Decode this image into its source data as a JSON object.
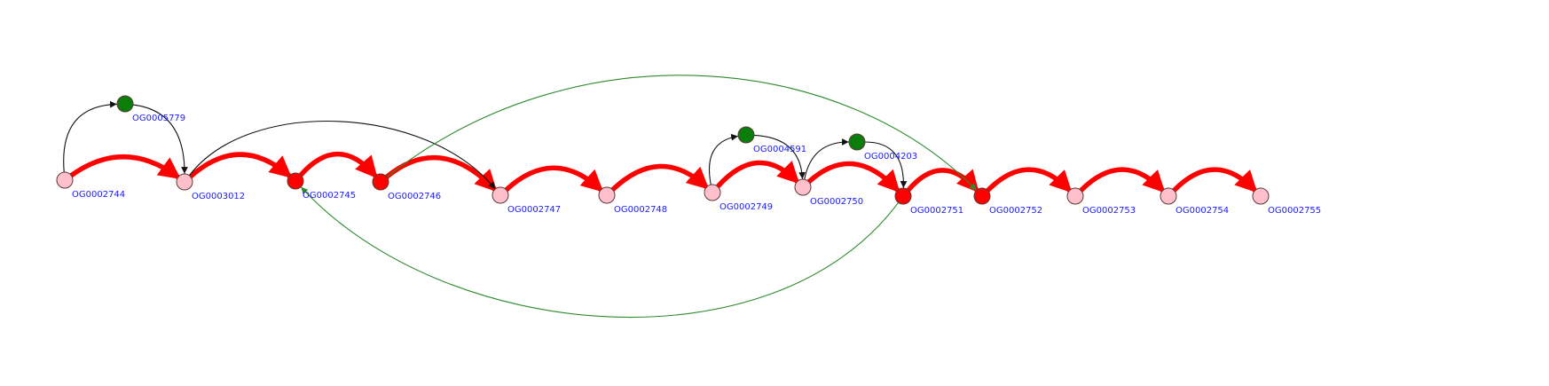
{
  "colors": {
    "pink": "#ffc0cb",
    "red": "#ff0000",
    "green": "#0a7d0a",
    "edge_red": "#ff0000",
    "edge_green": "#2e8b2e",
    "edge_black": "#111111",
    "label": "#1a1aff",
    "node_stroke": "#5a3a3a"
  },
  "nodes": [
    {
      "id": "OG0002744",
      "label": "OG0002744",
      "fill": "pink"
    },
    {
      "id": "OG0005779",
      "label": "OG0005779",
      "fill": "green"
    },
    {
      "id": "OG0003012",
      "label": "OG0003012",
      "fill": "pink"
    },
    {
      "id": "OG0002745",
      "label": "OG0002745",
      "fill": "red"
    },
    {
      "id": "OG0002746",
      "label": "OG0002746",
      "fill": "red"
    },
    {
      "id": "OG0002747",
      "label": "OG0002747",
      "fill": "pink"
    },
    {
      "id": "OG0002748",
      "label": "OG0002748",
      "fill": "pink"
    },
    {
      "id": "OG0002749",
      "label": "OG0002749",
      "fill": "pink"
    },
    {
      "id": "OG0004591",
      "label": "OG0004591",
      "fill": "green"
    },
    {
      "id": "OG0002750",
      "label": "OG0002750",
      "fill": "pink"
    },
    {
      "id": "OG0004203",
      "label": "OG0004203",
      "fill": "green"
    },
    {
      "id": "OG0002751",
      "label": "OG0002751",
      "fill": "red"
    },
    {
      "id": "OG0002752",
      "label": "OG0002752",
      "fill": "red"
    },
    {
      "id": "OG0002753",
      "label": "OG0002753",
      "fill": "pink"
    },
    {
      "id": "OG0002754",
      "label": "OG0002754",
      "fill": "pink"
    },
    {
      "id": "OG0002755",
      "label": "OG0002755",
      "fill": "pink"
    }
  ],
  "edges": [
    {
      "from": "OG0002744",
      "to": "OG0003012",
      "style": "thick-red"
    },
    {
      "from": "OG0003012",
      "to": "OG0002745",
      "style": "thick-red"
    },
    {
      "from": "OG0002745",
      "to": "OG0002746",
      "style": "thick-red"
    },
    {
      "from": "OG0002746",
      "to": "OG0002747",
      "style": "thick-red"
    },
    {
      "from": "OG0002747",
      "to": "OG0002748",
      "style": "thick-red"
    },
    {
      "from": "OG0002748",
      "to": "OG0002749",
      "style": "thick-red"
    },
    {
      "from": "OG0002749",
      "to": "OG0002750",
      "style": "thick-red"
    },
    {
      "from": "OG0002750",
      "to": "OG0002751",
      "style": "thick-red"
    },
    {
      "from": "OG0002751",
      "to": "OG0002752",
      "style": "thick-red"
    },
    {
      "from": "OG0002752",
      "to": "OG0002753",
      "style": "thick-red"
    },
    {
      "from": "OG0002753",
      "to": "OG0002754",
      "style": "thick-red"
    },
    {
      "from": "OG0002754",
      "to": "OG0002755",
      "style": "thick-red"
    },
    {
      "from": "OG0002744",
      "to": "OG0005779",
      "style": "thin-black"
    },
    {
      "from": "OG0005779",
      "to": "OG0003012",
      "style": "thin-black"
    },
    {
      "from": "OG0003012",
      "to": "OG0002747",
      "style": "thin-black"
    },
    {
      "from": "OG0002749",
      "to": "OG0004591",
      "style": "thin-black"
    },
    {
      "from": "OG0004591",
      "to": "OG0002750",
      "style": "thin-black"
    },
    {
      "from": "OG0002750",
      "to": "OG0004203",
      "style": "thin-black"
    },
    {
      "from": "OG0004203",
      "to": "OG0002751",
      "style": "thin-black"
    },
    {
      "from": "OG0002746",
      "to": "OG0002752",
      "style": "thin-green"
    },
    {
      "from": "OG0002751",
      "to": "OG0002745",
      "style": "thin-green"
    }
  ]
}
